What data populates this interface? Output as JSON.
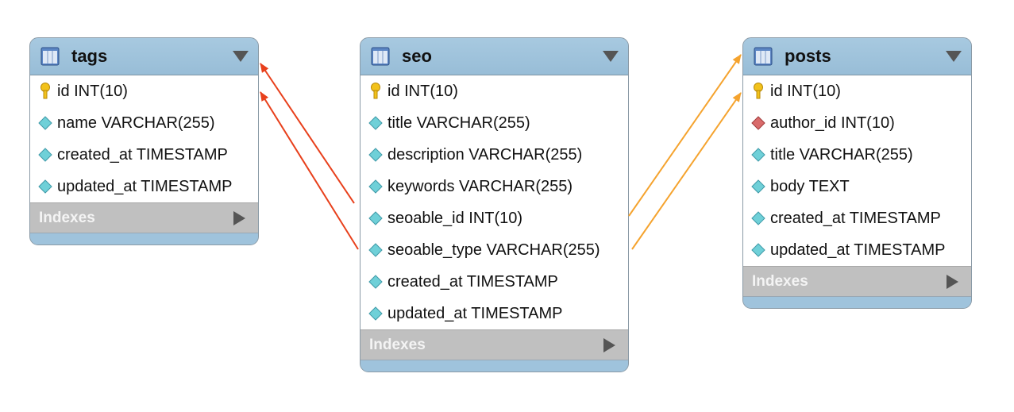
{
  "tables": {
    "tags": {
      "name": "tags",
      "columns": [
        {
          "label": "id INT(10)",
          "kind": "primary-key"
        },
        {
          "label": "name VARCHAR(255)",
          "kind": "column"
        },
        {
          "label": "created_at TIMESTAMP",
          "kind": "column"
        },
        {
          "label": "updated_at TIMESTAMP",
          "kind": "column"
        }
      ],
      "indexes_label": "Indexes"
    },
    "seo": {
      "name": "seo",
      "columns": [
        {
          "label": "id INT(10)",
          "kind": "primary-key"
        },
        {
          "label": "title VARCHAR(255)",
          "kind": "column"
        },
        {
          "label": "description VARCHAR(255)",
          "kind": "column"
        },
        {
          "label": "keywords VARCHAR(255)",
          "kind": "column"
        },
        {
          "label": "seoable_id INT(10)",
          "kind": "column"
        },
        {
          "label": "seoable_type VARCHAR(255)",
          "kind": "column"
        },
        {
          "label": "created_at TIMESTAMP",
          "kind": "column"
        },
        {
          "label": "updated_at TIMESTAMP",
          "kind": "column"
        }
      ],
      "indexes_label": "Indexes"
    },
    "posts": {
      "name": "posts",
      "columns": [
        {
          "label": "id INT(10)",
          "kind": "primary-key"
        },
        {
          "label": "author_id INT(10)",
          "kind": "foreign-key"
        },
        {
          "label": "title VARCHAR(255)",
          "kind": "column"
        },
        {
          "label": "body TEXT",
          "kind": "column"
        },
        {
          "label": "created_at TIMESTAMP",
          "kind": "column"
        },
        {
          "label": "updated_at TIMESTAMP",
          "kind": "column"
        }
      ],
      "indexes_label": "Indexes"
    }
  },
  "relationships": [
    {
      "from_table": "seo",
      "from_column": "seoable_id INT(10)",
      "to_table": "tags",
      "color": "#e8401c"
    },
    {
      "from_table": "seo",
      "from_column": "seoable_type VARCHAR(255)",
      "to_table": "tags",
      "color": "#e8401c"
    },
    {
      "from_table": "seo",
      "from_column": "seoable_id INT(10)",
      "to_table": "posts",
      "color": "#f5a32e"
    },
    {
      "from_table": "seo",
      "from_column": "seoable_type VARCHAR(255)",
      "to_table": "posts",
      "color": "#f5a32e"
    }
  ],
  "colors": {
    "header": "#9fc3dc",
    "indexes_bar": "#c0c0c0",
    "column_diamond": "#6fd0d8",
    "foreign_key_diamond": "#d96b6b",
    "primary_key": "#f2c21b",
    "tags_link": "#e8401c",
    "posts_link": "#f5a32e"
  }
}
